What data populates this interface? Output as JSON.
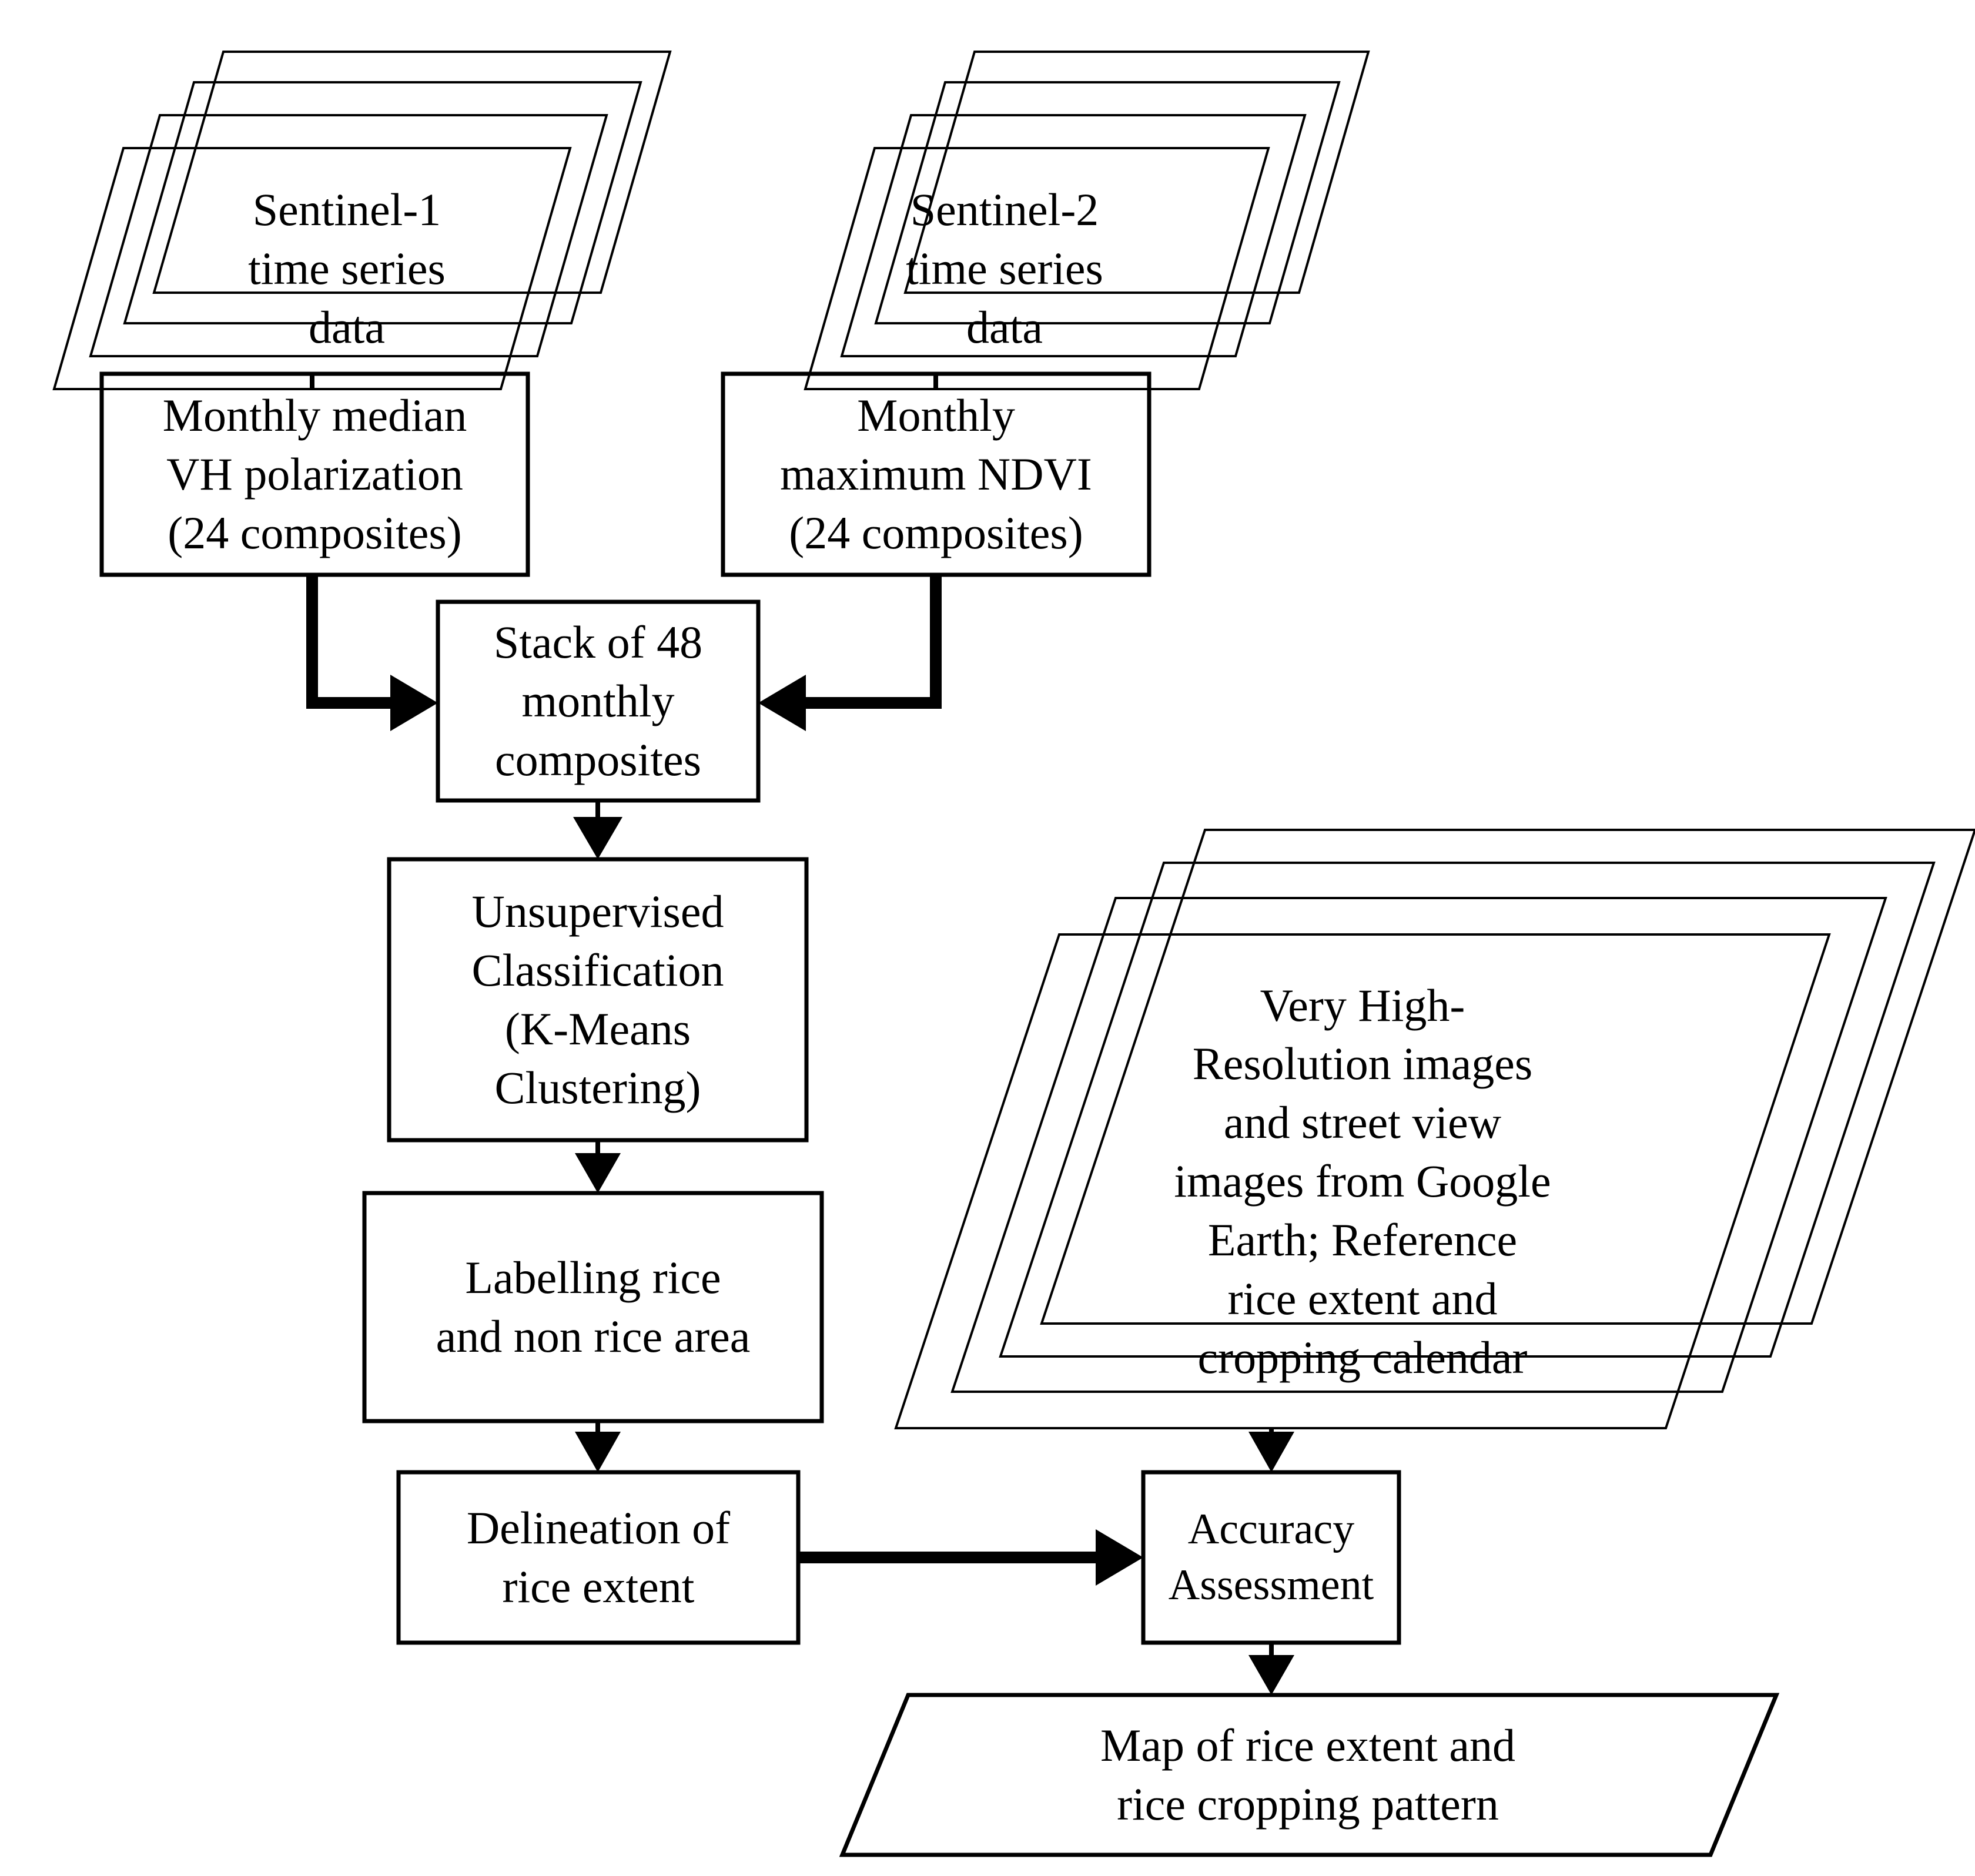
{
  "diagram": {
    "title": "Rice mapping workflow flowchart",
    "background_color": "#ffffff",
    "line_color": "#000000",
    "text_color": "#000000"
  },
  "nodes": {
    "sentinel1": {
      "label": "Sentinel-1\ntime series\ndata",
      "shape": "stacked-parallelogram",
      "layers": 3
    },
    "sentinel2": {
      "label": "Sentinel-2\ntime series\ndata",
      "shape": "stacked-parallelogram",
      "layers": 3
    },
    "vh": {
      "label": "Monthly median\nVH polarization\n(24 composites)",
      "shape": "rectangle"
    },
    "ndvi": {
      "label": "Monthly\nmaximum NDVI\n(24 composites)",
      "shape": "rectangle"
    },
    "stack48": {
      "label": "Stack of 48\nmonthly\ncomposites",
      "shape": "rectangle"
    },
    "unsupervised": {
      "label": "Unsupervised\nClassification\n(K-Means\nClustering)",
      "shape": "rectangle"
    },
    "labelling": {
      "label": "Labelling rice\nand non rice area",
      "shape": "rectangle"
    },
    "reference": {
      "label": "Very High-\nResolution images\nand street view\nimages from Google\nEarth; Reference\nrice extent and\ncropping calendar",
      "shape": "stacked-parallelogram",
      "layers": 3
    },
    "delineation": {
      "label": "Delineation of\nrice extent",
      "shape": "rectangle"
    },
    "accuracy": {
      "label": "Accuracy\nAssessment",
      "shape": "rectangle"
    },
    "output_map": {
      "label": "Map of rice extent and\nrice cropping pattern",
      "shape": "parallelogram"
    }
  },
  "edges": [
    {
      "from": "sentinel1",
      "to": "vh",
      "style": "thin-line"
    },
    {
      "from": "sentinel2",
      "to": "ndvi",
      "style": "thin-line"
    },
    {
      "from": "vh",
      "to": "stack48",
      "style": "thick-elbow-arrow-right"
    },
    {
      "from": "ndvi",
      "to": "stack48",
      "style": "thick-elbow-arrow-left"
    },
    {
      "from": "stack48",
      "to": "unsupervised",
      "style": "thin-arrow-down"
    },
    {
      "from": "unsupervised",
      "to": "labelling",
      "style": "thin-arrow-down"
    },
    {
      "from": "labelling",
      "to": "delineation",
      "style": "thin-arrow-down"
    },
    {
      "from": "reference",
      "to": "accuracy",
      "style": "thin-arrow-down"
    },
    {
      "from": "delineation",
      "to": "accuracy",
      "style": "thick-arrow-right"
    },
    {
      "from": "accuracy",
      "to": "output_map",
      "style": "thin-arrow-down"
    }
  ]
}
